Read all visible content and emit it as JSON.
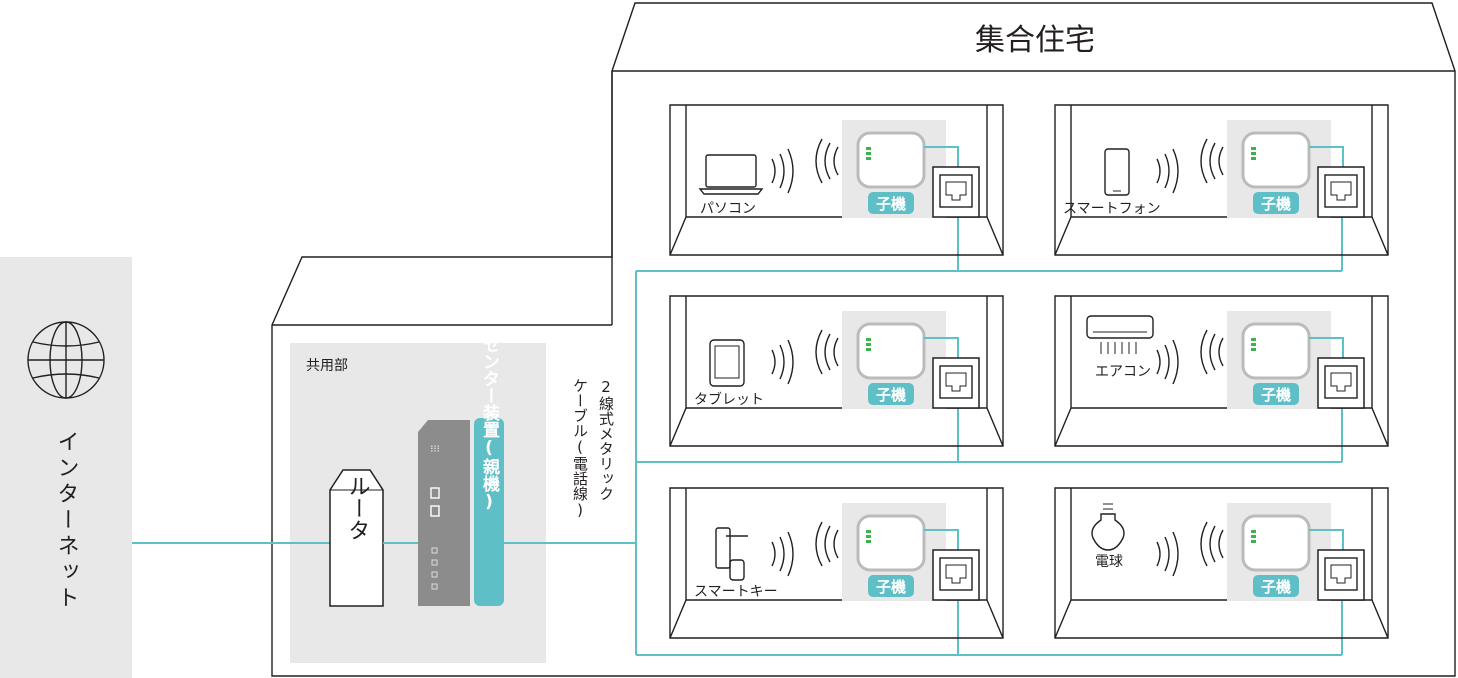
{
  "building": {
    "title": "集合住宅"
  },
  "internet": {
    "label": "インターネット",
    "icon": "globe-icon"
  },
  "common_area": {
    "label": "共用部"
  },
  "router": {
    "label": "ルータ"
  },
  "center_device": {
    "label": "センター装置(親機)"
  },
  "cable": {
    "label_line1": "2線式メタリック",
    "label_line2": "ケーブル(電話線)"
  },
  "units": [
    {
      "device_label": "パソコン",
      "device_icon": "laptop-icon",
      "slave_label": "子機"
    },
    {
      "device_label": "スマートフォン",
      "device_icon": "smartphone-icon",
      "slave_label": "子機"
    },
    {
      "device_label": "タブレット",
      "device_icon": "tablet-icon",
      "slave_label": "子機"
    },
    {
      "device_label": "エアコン",
      "device_icon": "air-conditioner-icon",
      "slave_label": "子機"
    },
    {
      "device_label": "スマートキー",
      "device_icon": "smart-lock-icon",
      "slave_label": "子機"
    },
    {
      "device_label": "電球",
      "device_icon": "light-bulb-icon",
      "slave_label": "子機"
    }
  ],
  "colors": {
    "cable": "#5fbfc7",
    "badge": "#5fbfc7",
    "panel": "#e8e8e8",
    "center_device": "#8c8c8c",
    "led": "#3cb44b"
  }
}
